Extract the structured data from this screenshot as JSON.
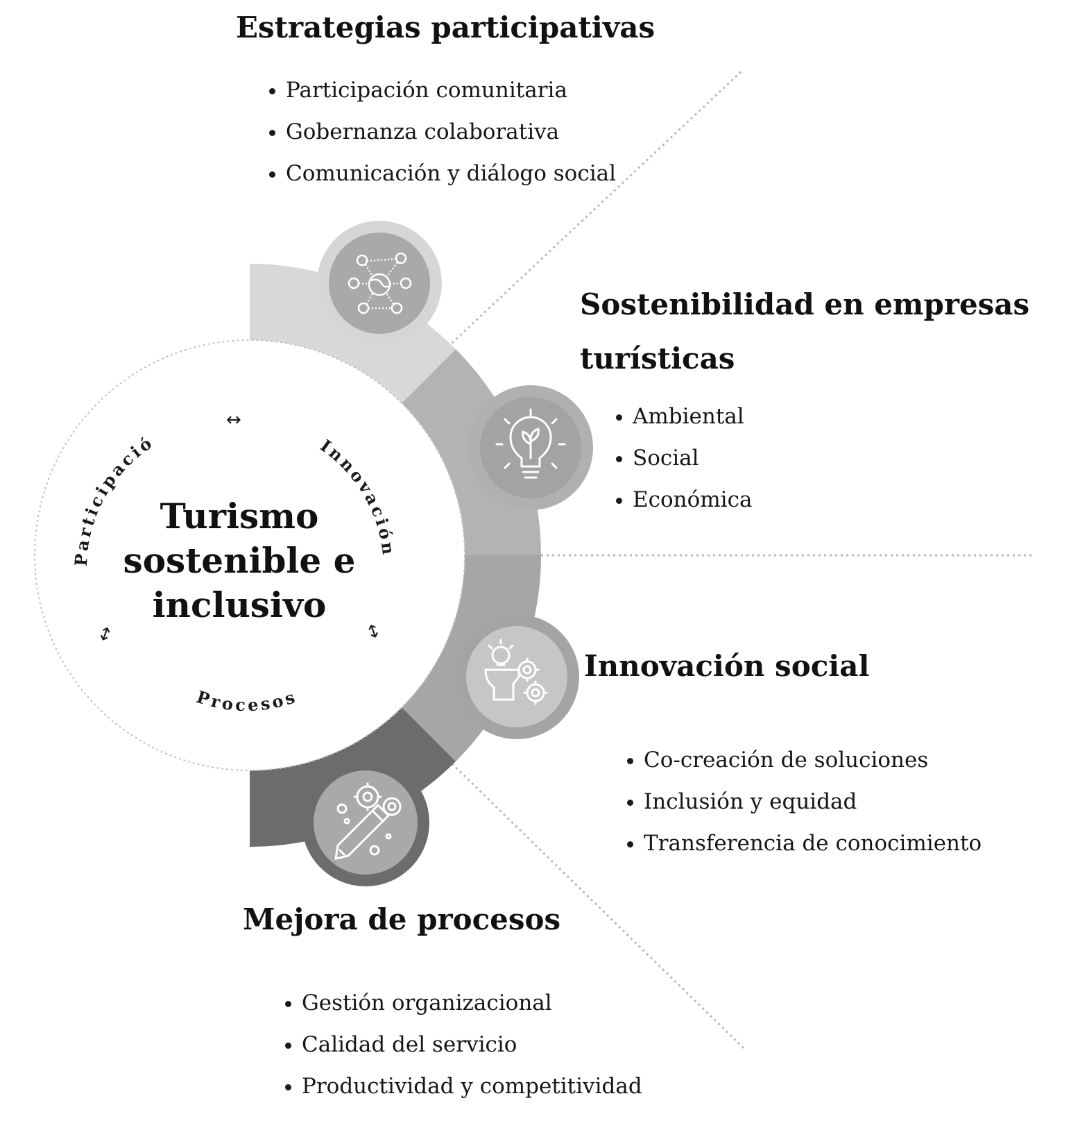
{
  "center": {
    "title_lines": [
      "Turismo",
      "sostenible e",
      "inclusivo"
    ],
    "arc_labels": {
      "participacion": "Participación",
      "innovacion": "Innovación",
      "procesos": "Procesos"
    }
  },
  "sections": [
    {
      "title_lines": [
        "Estrategias participativas"
      ],
      "items": [
        "Participación comunitaria",
        "Gobernanza colaborativa",
        "Comunicación y diálogo social"
      ],
      "icon": "community-network-icon"
    },
    {
      "title_lines": [
        "Sostenibilidad en empresas",
        "turísticas"
      ],
      "items": [
        "Ambiental",
        "Social",
        "Económica"
      ],
      "icon": "lightbulb-plant-icon"
    },
    {
      "title_lines": [
        "Innovación social"
      ],
      "items": [
        "Co-creación de soluciones",
        "Inclusión y equidad",
        "Transferencia de conocimiento"
      ],
      "icon": "head-ideas-gears-icon"
    },
    {
      "title_lines": [
        "Mejora de procesos"
      ],
      "items": [
        "Gestión organizacional",
        "Calidad del servicio",
        "Productividad y competitividad"
      ],
      "icon": "pencil-gears-icon"
    }
  ],
  "colors": {
    "segment_1": "#d8d8d8",
    "segment_2": "#b3b3b3",
    "segment_3": "#a6a6a6",
    "segment_4": "#6c6c6c",
    "icon_fill": "#a9a9a9"
  }
}
